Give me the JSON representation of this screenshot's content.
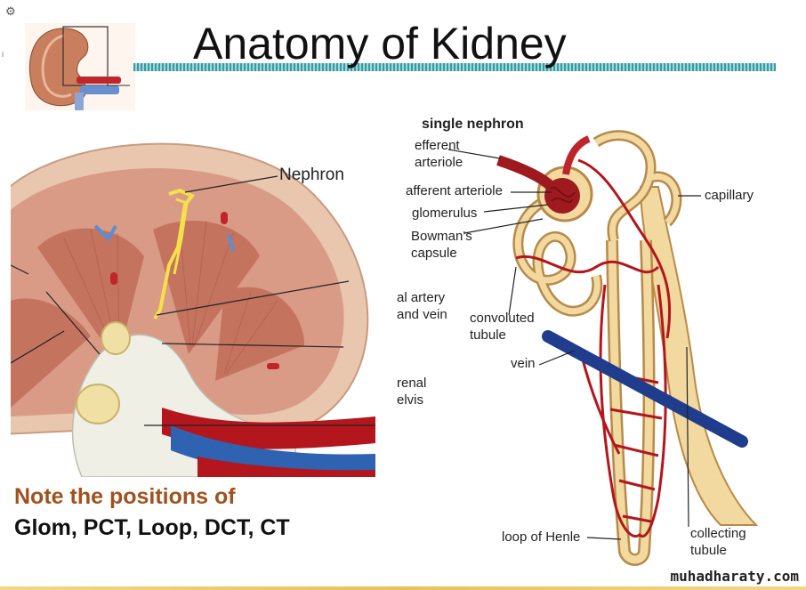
{
  "slide": {
    "title": "Anatomy of Kidney",
    "note_line1": "Note the positions of",
    "note_line2": "Glom, PCT, Loop, DCT, CT",
    "watermark": "muhadharaty.com"
  },
  "left_figure": {
    "label_nephron": "Nephron",
    "label_partial_1": "al artery",
    "label_partial_2": "and vein",
    "label_partial_3": "renal",
    "label_partial_4": "elvis"
  },
  "right_figure": {
    "heading": "single nephron",
    "efferent_1": "efferent",
    "efferent_2": "arteriole",
    "afferent": "afferent arteriole",
    "glomerulus": "glomerulus",
    "bowmans_1": "Bowman's",
    "bowmans_2": "capsule",
    "convoluted_1": "convoluted",
    "convoluted_2": "tubule",
    "capillary": "capillary",
    "vein": "vein",
    "loop": "loop of Henle",
    "collecting_1": "collecting",
    "collecting_2": "tubule"
  },
  "colors": {
    "title_bar": "#3a9aa0",
    "note_accent": "#a0521e",
    "artery": "#b3161c",
    "vein": "#1f3d8c",
    "tubule": "#e7c389"
  }
}
